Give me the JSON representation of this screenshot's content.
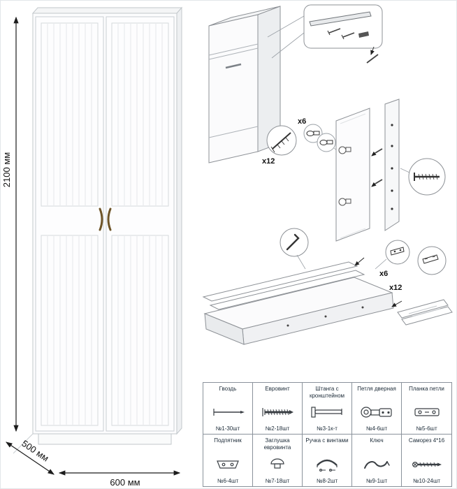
{
  "diagram": {
    "dimensions": {
      "height": "2100 мм",
      "depth": "500 мм",
      "width": "600 мм"
    },
    "callouts": {
      "screws_top": "x12",
      "hinges_top": "x6",
      "brackets_bottom": "x6",
      "screws_bottom": "x12"
    }
  },
  "parts": {
    "rows": [
      [
        {
          "name": "Гвоздь",
          "qty": "№1-30шт",
          "icon": "nail"
        },
        {
          "name": "Евровинт",
          "qty": "№2-18шт",
          "icon": "euro-screw"
        },
        {
          "name": "Штанга с кронштейном",
          "qty": "№3-1к-т",
          "icon": "hanging-rod"
        },
        {
          "name": "Петля дверная",
          "qty": "№4-6шт",
          "icon": "door-hinge"
        },
        {
          "name": "Планка петли",
          "qty": "№5-6шт",
          "icon": "hinge-plate"
        }
      ],
      [
        {
          "name": "Подпятник",
          "qty": "№6-4шт",
          "icon": "foot-pad"
        },
        {
          "name": "Заглушка евровинта",
          "qty": "№7-18шт",
          "icon": "screw-cap"
        },
        {
          "name": "Ручка с винтами",
          "qty": "№8-2шт",
          "icon": "handle-with-screws"
        },
        {
          "name": "Ключ",
          "qty": "№9-1шт",
          "icon": "key"
        },
        {
          "name": "Саморез 4*16",
          "qty": "№10-24шт",
          "icon": "self-tapping-screw"
        }
      ]
    ]
  }
}
